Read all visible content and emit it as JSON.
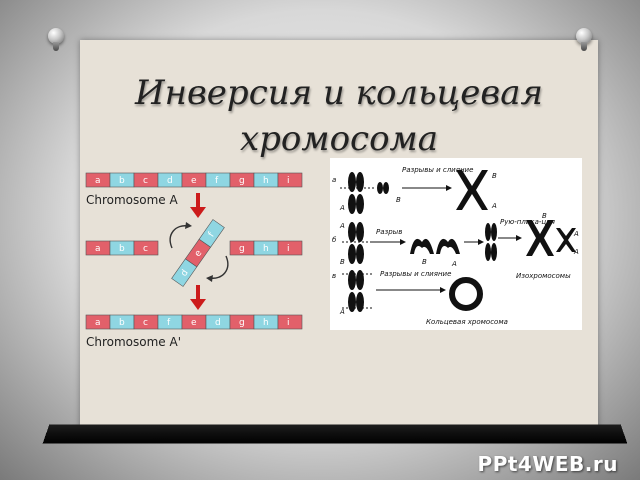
{
  "title": {
    "line1": "Инверсия и кольцевая",
    "line2": "хромосома"
  },
  "left_diagram": {
    "chromosome_a_label": "Chromosome A",
    "chromosome_a_prime_label": "Chromosome A'",
    "row1_genes": [
      "a",
      "b",
      "c",
      "d",
      "e",
      "f",
      "g",
      "h",
      "i"
    ],
    "row2_left_genes": [
      "a",
      "b",
      "c"
    ],
    "row2_right_genes": [
      "g",
      "h",
      "i"
    ],
    "inverted_segment_genes": [
      "d",
      "e",
      "f"
    ],
    "row3_genes": [
      "a",
      "b",
      "c",
      "f",
      "e",
      "d",
      "g",
      "h",
      "i"
    ],
    "colors": {
      "red": "#e2606a",
      "blue": "#8fd6e2",
      "arrow": "#cc1b1b"
    }
  },
  "right_diagram": {
    "row_labels": [
      "а",
      "б",
      "в"
    ],
    "breaks_and_fusion_1": "Разрывы и слияние",
    "breaks": "Разрыв",
    "reunion": "Рую-плика-ция",
    "breaks_and_fusion_2": "Разрывы и слияние",
    "isochromosomes": "Изохромосомы",
    "ring_chromosome": "Кольцевая хромосома",
    "arm_a": "A",
    "arm_b": "B"
  },
  "watermark": "PPt4WEB.ru"
}
